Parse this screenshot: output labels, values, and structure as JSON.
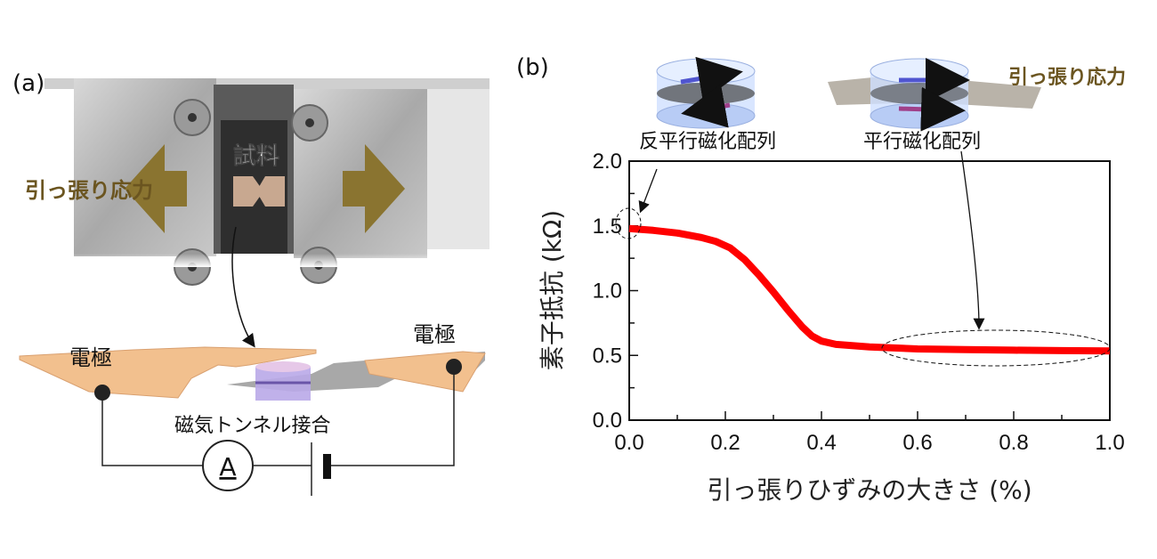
{
  "panel_a": {
    "label": "(a)",
    "sample_label": "試料",
    "stress_label": "引っ張り応力",
    "electrode_left": "電極",
    "electrode_right": "電極",
    "mtj_label": "磁気トンネル接合",
    "ammeter_symbol": "A"
  },
  "panel_b": {
    "label": "(b)",
    "antiparallel_label": "反平行磁化配列",
    "parallel_label": "平行磁化配列",
    "stress_label": "引っ張り応力"
  },
  "colors": {
    "curve": "#ff0000",
    "stress": "#8a7430",
    "electrode": "#f2c08e"
  },
  "chart_data": {
    "type": "line",
    "title": "",
    "xlabel": "引っ張りひずみの大きさ (%)",
    "ylabel": "素子抵抗 (kΩ)",
    "xlim": [
      0,
      1.0
    ],
    "ylim": [
      0,
      2.0
    ],
    "xticks": [
      "0.0",
      "0.2",
      "0.4",
      "0.6",
      "0.8",
      "1.0"
    ],
    "yticks": [
      "0.0",
      "0.5",
      "1.0",
      "1.5",
      "2.0"
    ],
    "grid": false,
    "series": [
      {
        "name": "素子抵抗",
        "x": [
          0,
          0.05,
          0.1,
          0.15,
          0.18,
          0.21,
          0.24,
          0.27,
          0.3,
          0.33,
          0.36,
          0.38,
          0.4,
          0.43,
          0.5,
          0.6,
          0.7,
          0.8,
          0.9,
          1.0
        ],
        "y": [
          1.48,
          1.465,
          1.445,
          1.41,
          1.38,
          1.33,
          1.24,
          1.12,
          0.99,
          0.85,
          0.72,
          0.65,
          0.61,
          0.585,
          0.565,
          0.55,
          0.545,
          0.54,
          0.537,
          0.535
        ]
      }
    ]
  }
}
